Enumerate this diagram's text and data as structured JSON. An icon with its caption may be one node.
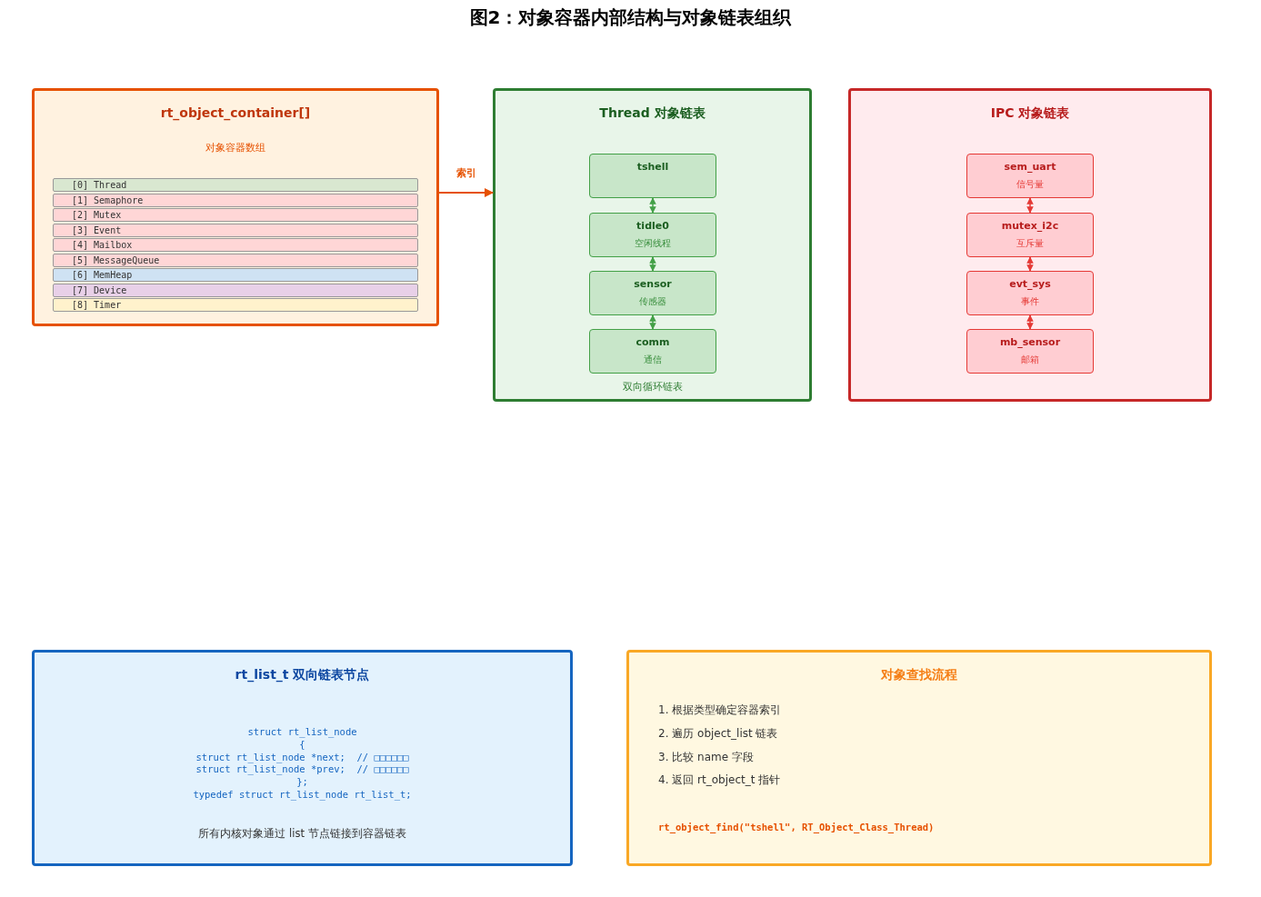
{
  "diagram": {
    "title": "图2：对象容器内部结构与对象链表组织",
    "nodes": [
      {
        "text": [
          "rt_object_container[]",
          "对象容器数组"
        ]
      },
      {
        "text": [
          "[0] Thread"
        ],
        "in": 0
      },
      {
        "text": [
          "[1] Semaphore"
        ],
        "in": 0
      },
      {
        "text": [
          "[2] Mutex"
        ],
        "in": 0
      },
      {
        "text": [
          "[3] Event"
        ],
        "in": 0
      },
      {
        "text": [
          "[4] Mailbox"
        ],
        "in": 0
      },
      {
        "text": [
          "[5] MessageQueue"
        ],
        "in": 0
      },
      {
        "text": [
          "[6] MemHeap"
        ],
        "in": 0
      },
      {
        "text": [
          "[7] Device"
        ],
        "in": 0
      },
      {
        "text": [
          "[8] Timer"
        ],
        "in": 0
      },
      {
        "text": [
          "Thread 对象链表"
        ]
      },
      {
        "text": [
          "tshell"
        ],
        "in": 10
      },
      {
        "text": [
          "tidle0",
          "空闲线程"
        ],
        "in": 10
      },
      {
        "text": [
          "sensor",
          "传感器"
        ],
        "in": 10
      },
      {
        "text": [
          "comm",
          "通信"
        ],
        "in": 10
      },
      {
        "text": [
          "IPC 对象链表"
        ]
      },
      {
        "text": [
          "sem_uart",
          "信号量"
        ],
        "in": 15
      },
      {
        "text": [
          "mutex_i2c",
          "互斥量"
        ],
        "in": 15
      },
      {
        "text": [
          "evt_sys",
          "事件"
        ],
        "in": 15
      },
      {
        "text": [
          "mb_sensor",
          "邮箱"
        ],
        "in": 15
      },
      {
        "text": [
          "rt_list_t 双向链表节点",
          "struct rt_list_node",
          "{",
          "struct rt_list_node *next;  // □□□□□□",
          "struct rt_list_node *prev;  // □□□□□□",
          "};",
          "typedef struct rt_list_node rt_list_t;",
          "所有内核对象通过 list 节点链接到容器链表"
        ]
      },
      {
        "text": [
          "对象查找流程",
          "1. 根据类型确定容器索引",
          "2. 遍历 object_list 链表",
          "3. 比较 name 字段",
          "4. 返回 rt_object_t 指针",
          "rt_object_find(\"tshell\", RT_Object_Class_Thread)"
        ]
      }
    ],
    "edges": [
      {
        "from": 0,
        "to": 10,
        "arrow": "to",
        "label": "索引",
        "color": "#e65100"
      },
      {
        "from": 11,
        "to": 12,
        "arrow": "both",
        "color": "#43a047"
      },
      {
        "from": 12,
        "to": 13,
        "arrow": "both",
        "color": "#43a047"
      },
      {
        "from": 13,
        "to": 14,
        "arrow": "both",
        "color": "#43a047"
      },
      {
        "from": 16,
        "to": 17,
        "arrow": "both",
        "color": "#e53935"
      },
      {
        "from": 17,
        "to": 18,
        "arrow": "both",
        "color": "#e53935"
      },
      {
        "from": 18,
        "to": 19,
        "arrow": "both",
        "color": "#e53935"
      }
    ],
    "labels": [
      "双向循环链表"
    ]
  }
}
